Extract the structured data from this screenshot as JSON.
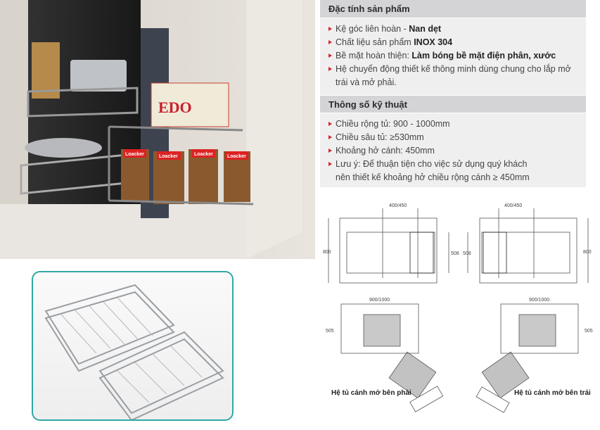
{
  "features": {
    "title": "Đặc tính sản phẩm",
    "items": [
      {
        "text": "Kệ góc liên hoàn - ",
        "bold": "Nan dẹt"
      },
      {
        "text": "Chất liệu sản phẩm ",
        "bold": "INOX 304"
      },
      {
        "text": "Bề mặt hoàn thiện: ",
        "bold": "Làm bóng bề mặt điện phân, xước"
      },
      {
        "text": "Hệ chuyển động thiết kế thông minh dùng chung cho lắp mở trái và mở phải.",
        "bold": ""
      }
    ]
  },
  "specs": {
    "title": "Thông số kỹ thuật",
    "items": [
      "Chiều rộng tủ: 900 - 1000mm",
      "Chiều sâu tủ: ≥530mm",
      "Khoảng hở cánh: 450mm",
      "Lưu ý: Để thuận tiện cho việc sử dụng quý khách nên thiết kế khoảng hở chiều rộng cánh ≥ 450mm"
    ]
  },
  "diagrams": {
    "dim_door": "400/450",
    "dim_height": "800",
    "dim_inner": "508",
    "dim_width": "900/1000",
    "dim_depth": "505",
    "caption_right": "Hệ tủ cánh mở bên phải",
    "caption_left": "Hệ tủ cánh mở bên trái"
  },
  "photo_labels": {
    "box_brand": "EDO",
    "snack_brand": "Loacker"
  },
  "colors": {
    "accent": "#d9232d",
    "inset_border": "#2fa9a3"
  }
}
